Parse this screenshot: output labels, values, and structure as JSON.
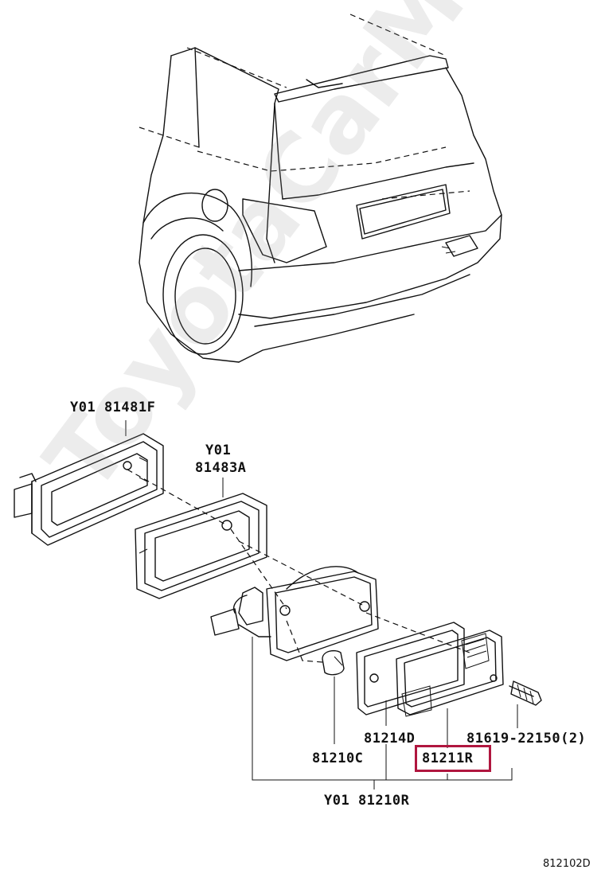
{
  "parts": {
    "p1": "Y01 81481F",
    "p2_line1": "Y01",
    "p2_line2": "81483A",
    "p3": "81214D",
    "p4": "81619-22150(2)",
    "p5": "81210C",
    "p6": "81211R",
    "p7": "Y01 81210R"
  },
  "diagram_code": "812102D",
  "watermark": "ToyotaCarMine.ru",
  "colors": {
    "highlight": "#b0163f",
    "line": "#111111"
  }
}
